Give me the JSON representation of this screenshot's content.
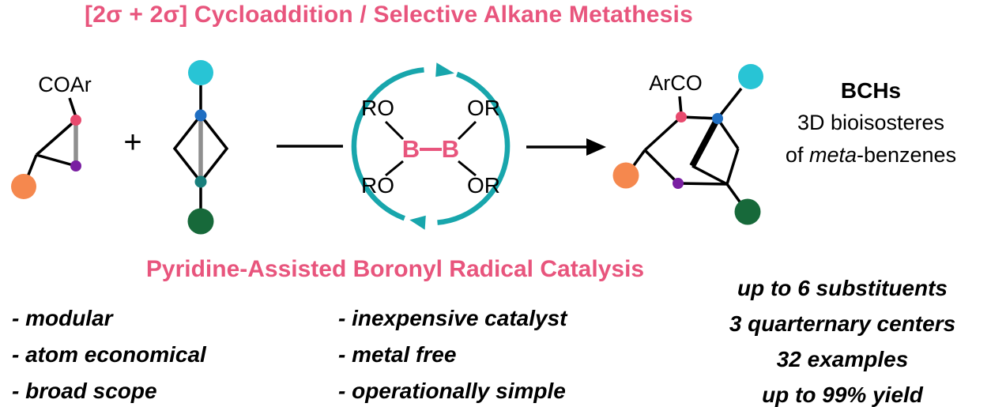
{
  "title": "[2σ + 2σ] Cycloaddition / Selective Alkane Metathesis",
  "subtitle": "Pyridine-Assisted Boronyl Radical Catalysis",
  "reaction": {
    "reactant1_label": "COAr",
    "plus": "+",
    "product_label": "ArCO",
    "catalyst": {
      "top_left": "RO",
      "top_right": "OR",
      "bottom_left": "RO",
      "bottom_right": "OR",
      "boron_left": "B",
      "boron_right": "B"
    }
  },
  "product_info": {
    "name": "BCHs",
    "line2": "3D bioisosteres",
    "line3_prefix": "of ",
    "line3_italic": "meta",
    "line3_suffix": "-benzenes"
  },
  "features": {
    "left": [
      "- modular",
      "- atom economical",
      "- broad scope"
    ],
    "middle": [
      "- inexpensive catalyst",
      "- metal free",
      "- operationally simple"
    ],
    "right": [
      "up to 6 substituents",
      "3 quarternary centers",
      "32 examples",
      "up to 99% yield"
    ]
  },
  "colors": {
    "accent_pink": "#e8557d",
    "teal_cycle": "#18a6ac",
    "boron_pink": "#e8557d",
    "orange": "#f5884e",
    "cyan": "#28c4d5",
    "dark_green": "#17693a",
    "blue": "#1f6ec2",
    "red_dot": "#e84a6e",
    "purple": "#7a1fa2",
    "teal_dot": "#187f7c",
    "gray_bond": "#8f8f8f"
  }
}
